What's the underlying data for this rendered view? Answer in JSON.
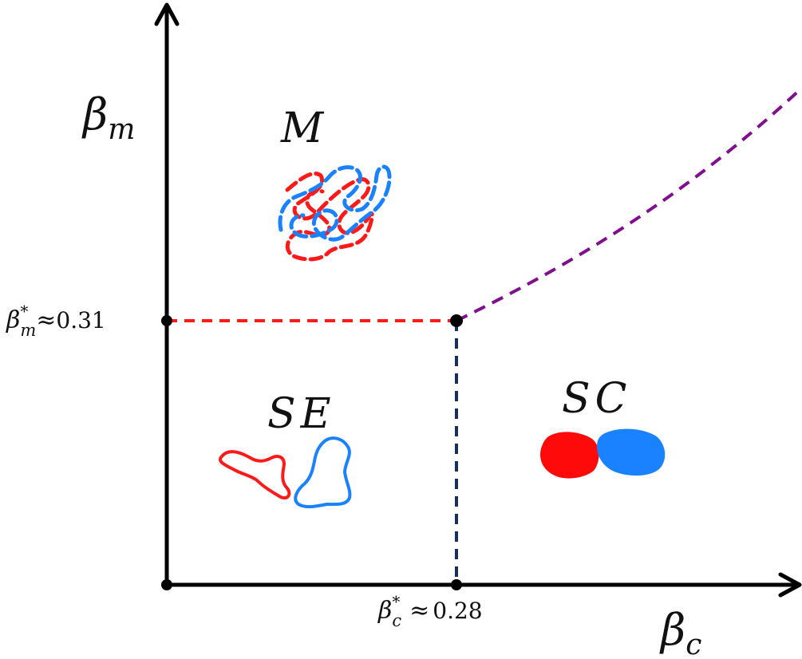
{
  "axes": {
    "x_label": "β",
    "x_label_sub": "c",
    "y_label": "β",
    "y_label_sub": "m"
  },
  "critical_points": {
    "beta_m": {
      "symbol": "β",
      "sub": "m",
      "sup": "*",
      "approx": "≈",
      "value": "0.31"
    },
    "beta_c": {
      "symbol": "β",
      "sub": "c",
      "sup": "*",
      "approx": "≈",
      "value": "0.28"
    }
  },
  "regions": {
    "M": {
      "label": "M"
    },
    "SE": {
      "label": "SE"
    },
    "SC": {
      "label": "SC"
    }
  },
  "colors": {
    "axis": "#000000",
    "boundary_horizontal": "#ff1a1a",
    "boundary_vertical": "#1a2f5a",
    "boundary_curve": "#7f0f8c",
    "chain_red": "#ff1a1a",
    "chain_blue": "#1a82ff"
  }
}
